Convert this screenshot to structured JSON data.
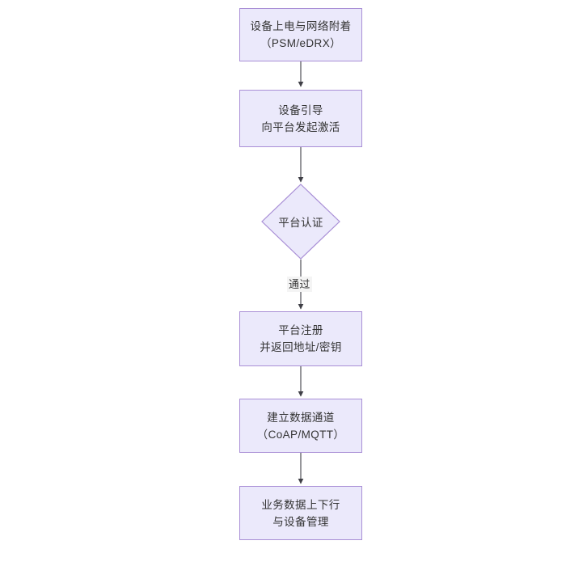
{
  "diagram": {
    "type": "flowchart",
    "orientation": "top-to-bottom",
    "background_color": "#ffffff",
    "node_fill_color": "#ebe9fb",
    "node_border_color": "#a98fd6",
    "text_color": "#333333",
    "connector_color": "#3f3f46",
    "nodes": [
      {
        "id": "n1",
        "shape": "rectangle",
        "line1": "设备上电与网络附着",
        "line2": "（PSM/eDRX）"
      },
      {
        "id": "n2",
        "shape": "rectangle",
        "line1": "设备引导",
        "line2": "向平台发起激活"
      },
      {
        "id": "n3",
        "shape": "diamond",
        "line1": "平台认证",
        "line2": ""
      },
      {
        "id": "n4",
        "shape": "rectangle",
        "line1": "平台注册",
        "line2": "并返回地址/密钥"
      },
      {
        "id": "n5",
        "shape": "rectangle",
        "line1": "建立数据通道",
        "line2": "（CoAP/MQTT）"
      },
      {
        "id": "n6",
        "shape": "rectangle",
        "line1": "业务数据上下行",
        "line2": "与设备管理"
      }
    ],
    "edges": [
      {
        "id": "e1",
        "from": "n1",
        "to": "n2",
        "label": ""
      },
      {
        "id": "e2",
        "from": "n2",
        "to": "n3",
        "label": ""
      },
      {
        "id": "e3",
        "from": "n3",
        "to": "n4",
        "label": "通过"
      },
      {
        "id": "e4",
        "from": "n4",
        "to": "n5",
        "label": ""
      },
      {
        "id": "e5",
        "from": "n5",
        "to": "n6",
        "label": ""
      }
    ]
  }
}
